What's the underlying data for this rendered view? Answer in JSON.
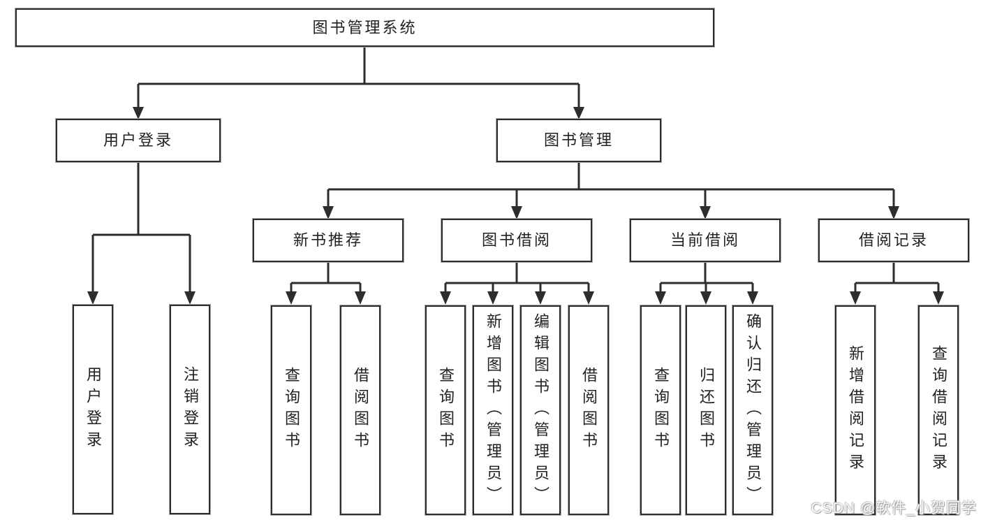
{
  "diagram": {
    "root": "图书管理系统",
    "branches": [
      {
        "label": "用户登录",
        "children": [
          "用户登录",
          "注销登录"
        ]
      },
      {
        "label": "图书管理",
        "children": [
          {
            "label": "新书推荐",
            "children": [
              "查询图书",
              "借阅图书"
            ]
          },
          {
            "label": "图书借阅",
            "children": [
              "查询图书",
              "新增图书（管理员）",
              "编辑图书（管理员）",
              "借阅图书"
            ]
          },
          {
            "label": "当前借阅",
            "children": [
              "查询图书",
              "归还图书",
              "确认归还（管理员）"
            ]
          },
          {
            "label": "借阅记录",
            "children": [
              "新增借阅记录",
              "查询借阅记录"
            ]
          }
        ]
      }
    ]
  },
  "watermark": "CSDN @软件_小贺同学",
  "colors": {
    "box_border": "#2d2d2d",
    "box_outline": "#a8a8a8",
    "connector": "#2d2d2d",
    "text": "#222222",
    "background": "#ffffff"
  }
}
